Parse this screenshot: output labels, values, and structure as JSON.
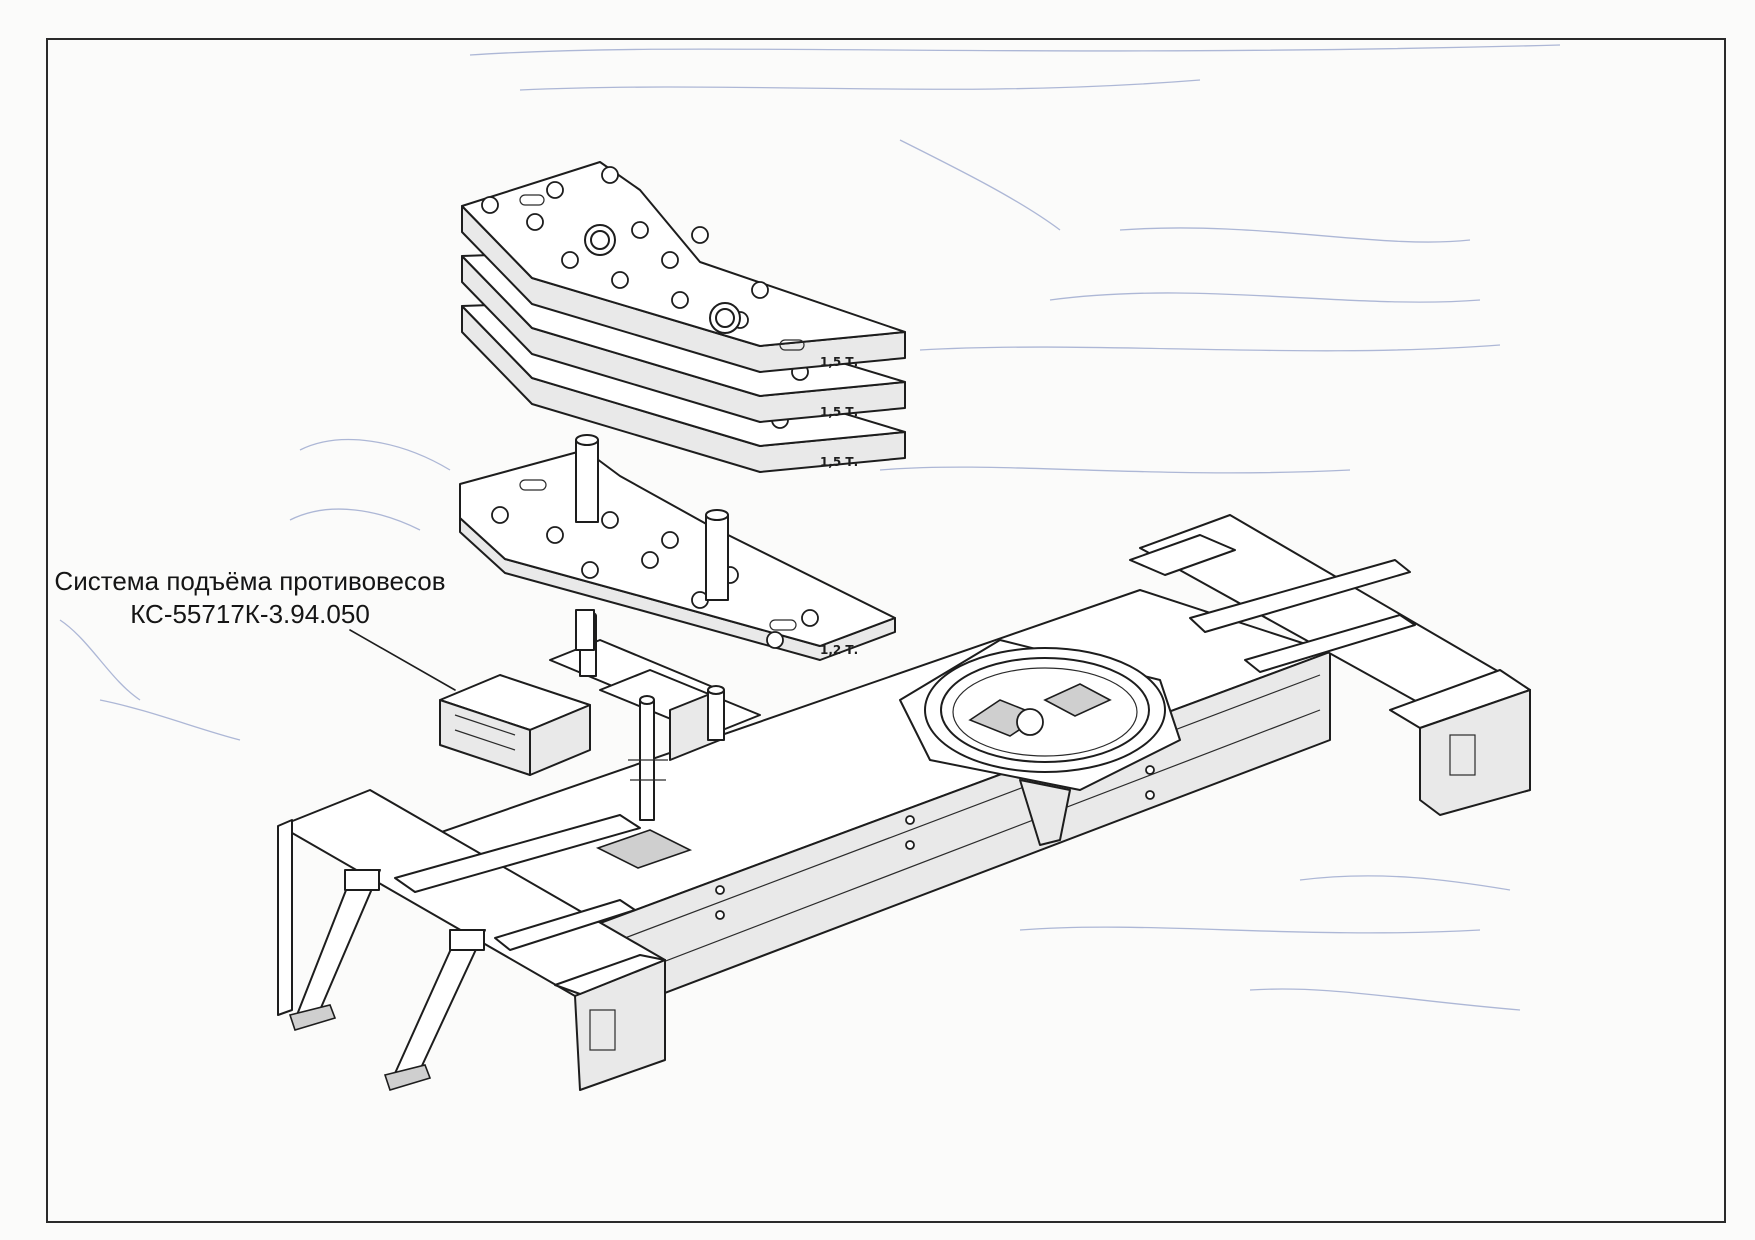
{
  "callout": {
    "line1": "Система подъёма противовесов",
    "line2": "КС-55717К-3.94.050"
  },
  "plates": {
    "top": "1,5 Т.",
    "middle": "1,5 Т.",
    "lower": "1,5 Т.",
    "base": "1,2 Т."
  },
  "colors": {
    "line": "#1d1d1d",
    "paper": "#fbfbfa",
    "pen_marks": "#6d7fb8"
  }
}
